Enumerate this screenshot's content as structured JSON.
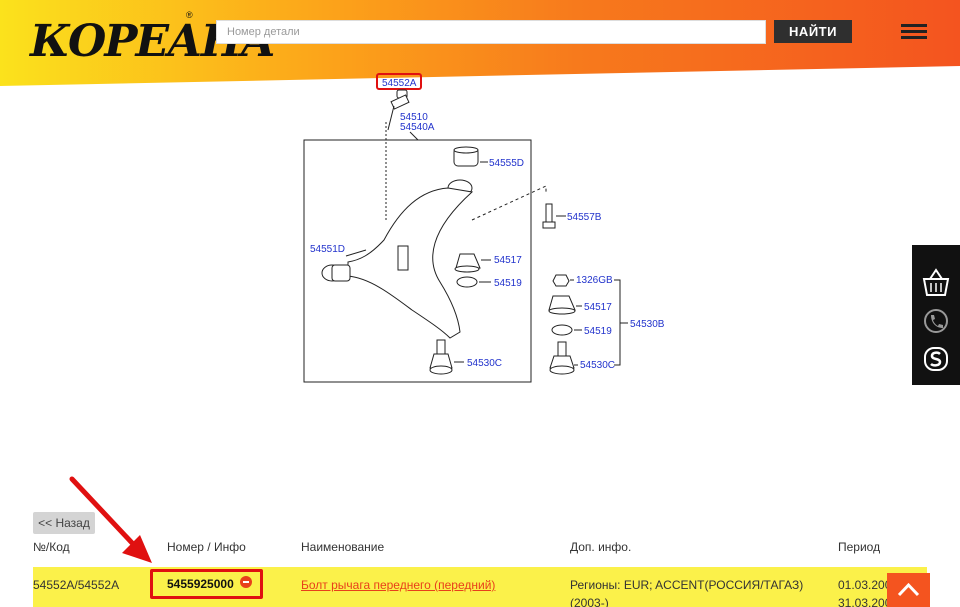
{
  "header": {
    "logo_text": "КОРЕАНА",
    "logo_mark": "®",
    "search_placeholder": "Номер детали",
    "search_value": "",
    "search_button": "НАЙТИ",
    "menu_icon": "hamburger-icon"
  },
  "diagram": {
    "labels": {
      "p54552A": "54552A",
      "p54510": "54510",
      "p54540A": "54540A",
      "p54555D": "54555D",
      "p54557B": "54557B",
      "p54551D": "54551D",
      "p54517a": "54517",
      "p54519a": "54519",
      "p1326GB": "1326GB",
      "p54517b": "54517",
      "p54519b": "54519",
      "p54530B": "54530B",
      "p54530Ca": "54530C",
      "p54530Cb": "54530C"
    }
  },
  "side_panel": {
    "icons": [
      "basket-icon",
      "phone-icon",
      "skype-icon"
    ]
  },
  "back_button": "<< Назад",
  "table": {
    "headers": [
      "№/Код",
      "Номер / Инфо",
      "Наименование",
      "Доп. инфо.",
      "Период"
    ],
    "rows": [
      {
        "code": "54552A/54552A",
        "number": "5455925000",
        "name": "Болт рычага переднего (передний)",
        "info_line1": "Регионы: EUR; ACCENT(РОССИЯ/ТАГАЗ)",
        "info_line2": "(2003-)",
        "period_start": "01.03.200",
        "period_end": "31.03.200"
      }
    ]
  },
  "colors": {
    "accent": "#f4541f",
    "row_highlight": "#fbf14a",
    "annotation": "#e01010",
    "diagram_label": "#2233cc"
  }
}
